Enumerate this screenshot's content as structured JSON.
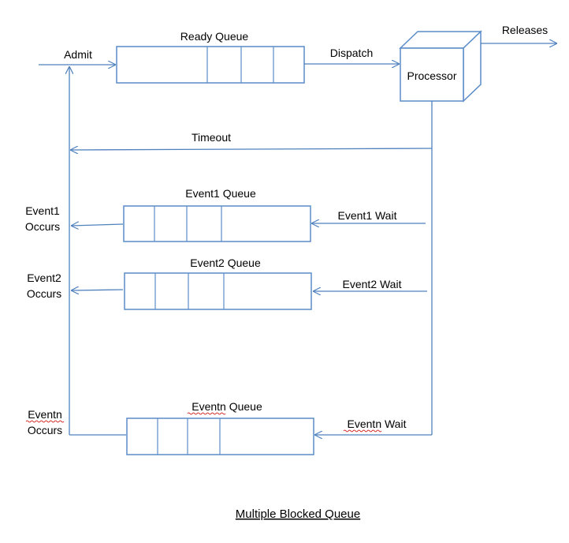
{
  "colors": {
    "line": "#4f81bd",
    "box_stroke": "#5b8cc8",
    "text": "#000000",
    "spellcheck": "#cc0000"
  },
  "queues": {
    "ready": "Ready Queue",
    "event1": "Event1 Queue",
    "event2": "Event2 Queue",
    "eventn": "Eventn Queue"
  },
  "processor": "Processor",
  "arrows": {
    "admit": "Admit",
    "dispatch": "Dispatch",
    "releases": "Releases",
    "timeout": "Timeout",
    "event1_wait": "Event1 Wait",
    "event2_wait": "Event2 Wait",
    "eventn_wait": "Eventn Wait"
  },
  "occurs": {
    "event1": [
      "Event1",
      "Occurs"
    ],
    "event2": [
      "Event2",
      "Occurs"
    ],
    "eventn": [
      "Eventn",
      "Occurs"
    ]
  },
  "caption": "Multiple Blocked Queue"
}
